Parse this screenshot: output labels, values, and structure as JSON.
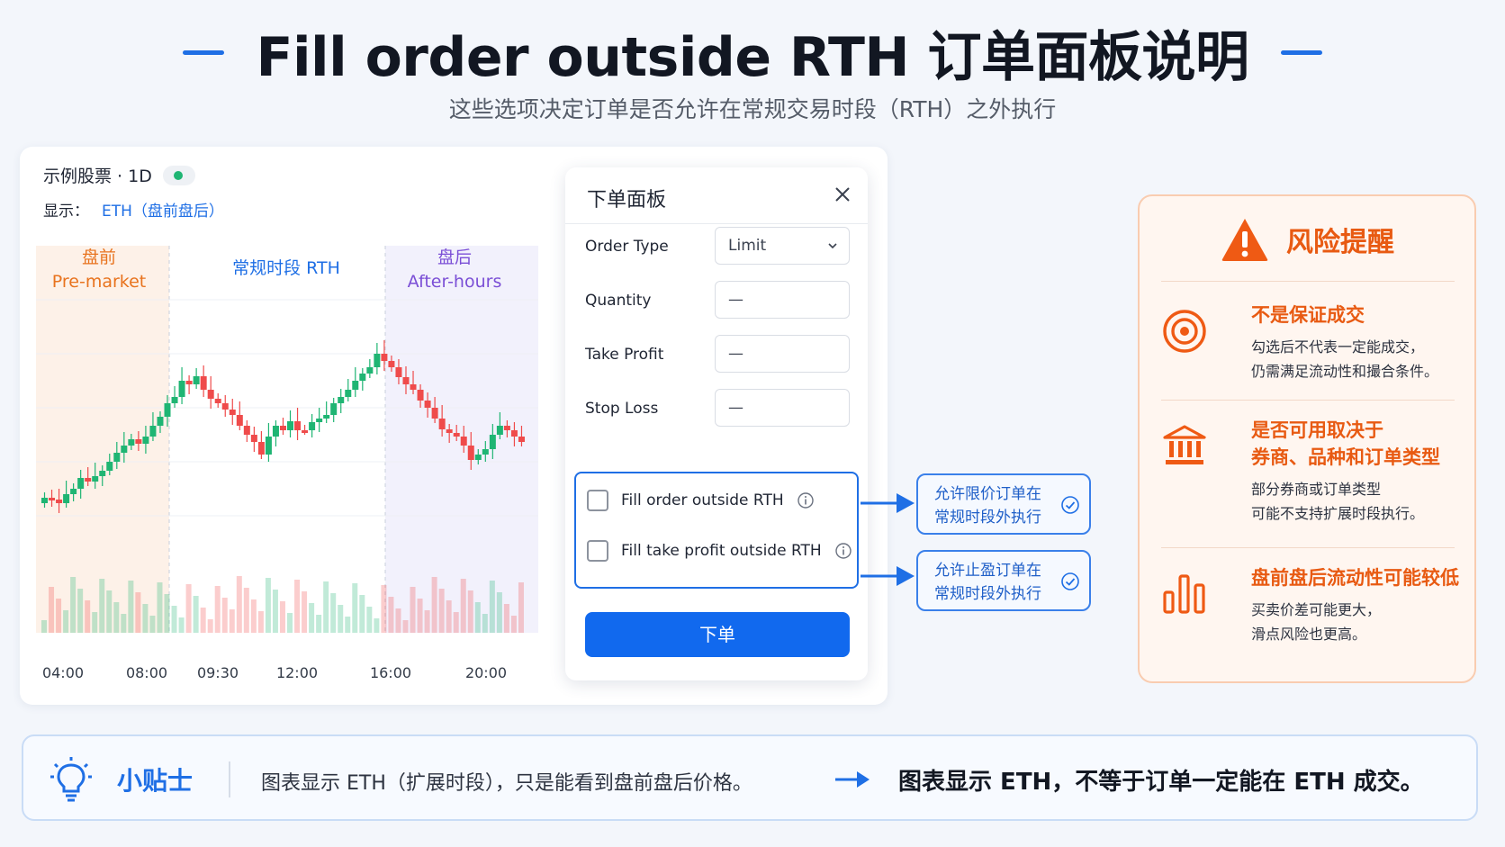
{
  "header": {
    "title": "Fill order outside RTH 订单面板说明",
    "subtitle": "这些选项决定订单是否允许在常规交易时段（RTH）之外执行",
    "accent_color": "#1f6fe5"
  },
  "chart": {
    "symbol_label": "示例股票 · 1D",
    "status_icon": "live-dot-icon",
    "display_label": "显示：",
    "display_value": "ETH（盘前盘后）",
    "sessions": {
      "pre": {
        "line1": "盘前",
        "line2": "Pre-market",
        "color": "#e8731e"
      },
      "regular": {
        "line1": "常规时段  RTH",
        "color": "#1f6fe5"
      },
      "after": {
        "line1": "盘后",
        "line2": "After-hours",
        "color": "#7b4fd6"
      }
    },
    "x_ticks": [
      "04:00",
      "08:00",
      "09:30",
      "12:00",
      "16:00",
      "20:00"
    ],
    "up_color": "#1fb573",
    "down_color": "#ef4b4b"
  },
  "order_panel": {
    "title": "下单面板",
    "close_icon": "close-icon",
    "fields": [
      {
        "label": "Order Type",
        "value": "Limit",
        "kind": "select"
      },
      {
        "label": "Quantity",
        "value": "—",
        "kind": "input"
      },
      {
        "label": "Take Profit",
        "value": "—",
        "kind": "input"
      },
      {
        "label": "Stop Loss",
        "value": "—",
        "kind": "input"
      }
    ],
    "options": [
      {
        "label": "Fill order outside RTH",
        "checked": false
      },
      {
        "label": "Fill take profit outside RTH",
        "checked": false
      }
    ],
    "submit_label": "下单",
    "submit_color": "#1169ee"
  },
  "callouts": [
    {
      "line1": "允许限价订单在",
      "line2": "常规时段外执行"
    },
    {
      "line1": "允许止盈订单在",
      "line2": "常规时段外执行"
    }
  ],
  "risk": {
    "title": "风险提醒",
    "accent_color": "#e85a12",
    "items": [
      {
        "icon": "target-icon",
        "title": "不是保证成交",
        "desc1": "勾选后不代表一定能成交，",
        "desc2": "仍需满足流动性和撮合条件。"
      },
      {
        "icon": "bank-icon",
        "title1": "是否可用取决于",
        "title2": "券商、品种和订单类型",
        "desc1": "部分券商或订单类型",
        "desc2": "可能不支持扩展时段执行。"
      },
      {
        "icon": "bar-chart-icon",
        "title": "盘前盘后流动性可能较低",
        "desc1": "买卖价差可能更大，",
        "desc2": "滑点风险也更高。"
      }
    ]
  },
  "tip": {
    "icon": "lightbulb-icon",
    "title": "小贴士",
    "text": "图表显示 ETH（扩展时段），只是能看到盘前盘后价格。",
    "arrow_icon": "arrow-right-icon",
    "emphasis": "图表显示 ETH，不等于订单一定能在 ETH 成交。"
  }
}
